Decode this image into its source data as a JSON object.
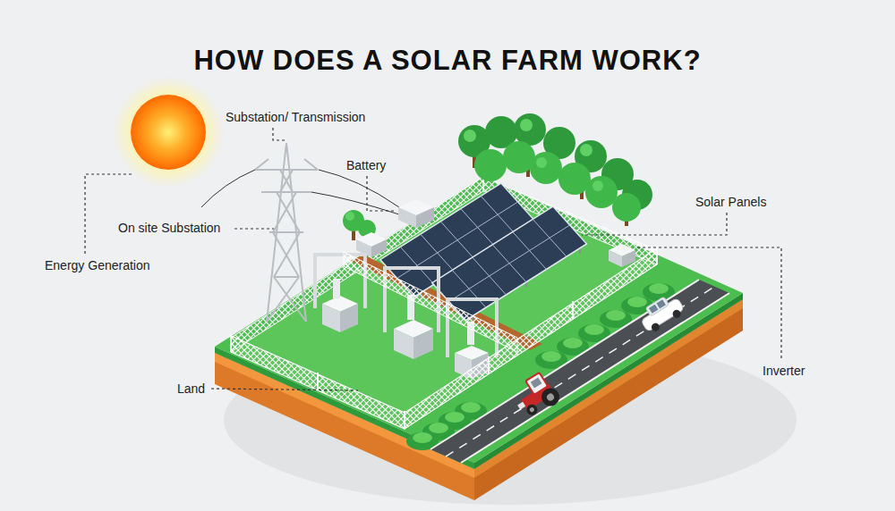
{
  "diagram": {
    "title": "HOW DOES A SOLAR FARM WORK?",
    "labels": [
      "Substation/ Transmission",
      "Battery",
      "Solar Panels",
      "On site Substation",
      "Energy Generation",
      "Inverter",
      "Land"
    ]
  }
}
